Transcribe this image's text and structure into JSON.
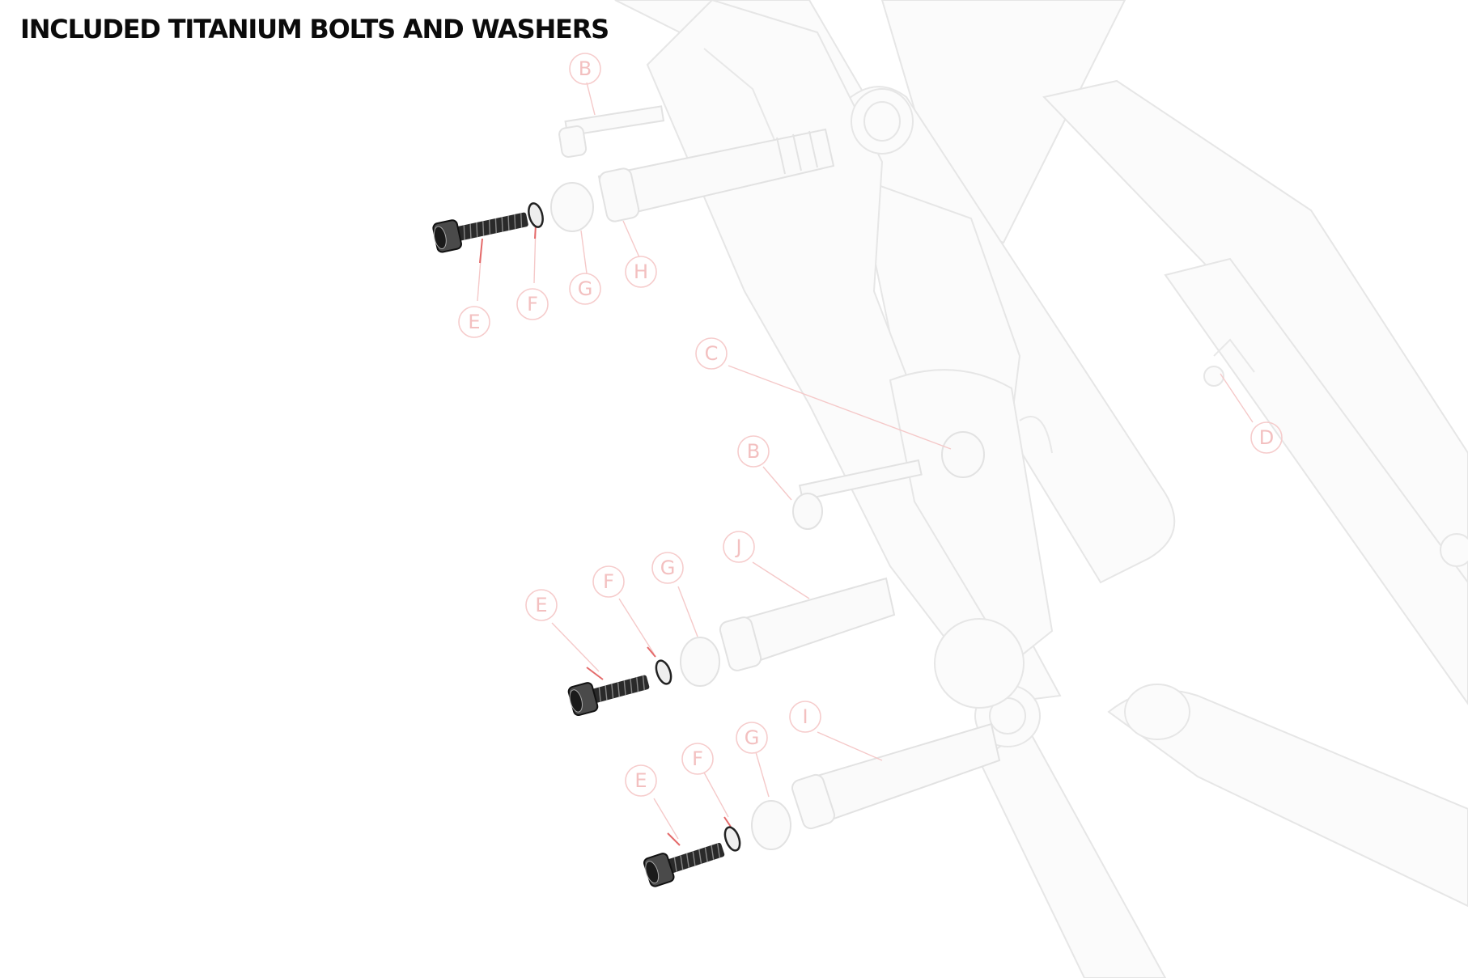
{
  "title": "INCLUDED TITANIUM BOLTS AND WASHERS",
  "callouts": [
    "B",
    "E",
    "F",
    "G",
    "H",
    "C",
    "D",
    "B",
    "E",
    "F",
    "G",
    "J",
    "E",
    "F",
    "G",
    "I"
  ],
  "colors": {
    "callout": "#f3c0c0",
    "bolt": "#2a2a2a",
    "frame": "#e6e6e6"
  }
}
